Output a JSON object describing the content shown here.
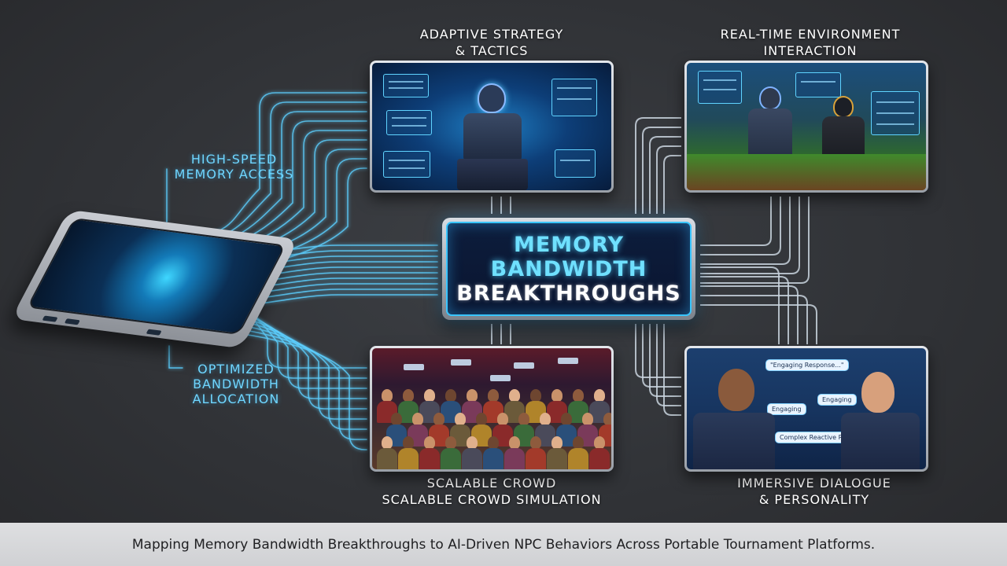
{
  "diagram": {
    "center_title": {
      "line1": "MEMORY",
      "line2": "BANDWIDTH",
      "line3": "BREAKTHROUGHS"
    },
    "side_labels": {
      "memory_access": {
        "line1": "HIGH-SPEED",
        "line2": "MEMORY ACCESS"
      },
      "bandwidth_allocation": {
        "line1": "OPTIMIZED",
        "line2": "BANDWIDTH",
        "line3": "ALLOCATION"
      }
    },
    "panels": {
      "strategy": {
        "title_line1": "ADAPTIVE STRATEGY",
        "title_line2": "& TACTICS"
      },
      "environment": {
        "title_line1": "REAL-TIME ENVIRONMENT",
        "title_line2": "INTERACTION"
      },
      "crowd": {
        "title_line1": "SCALABLE CROWD",
        "title_line2": "SCALABLE CROWD SIMULATION"
      },
      "dialogue": {
        "title_line1": "IMMERSIVE DIALOGUE",
        "title_line2": "& PERSONALITY",
        "bubbles": [
          "\"Engaging Response...\"",
          "Engaging",
          "Engaging",
          "Complex Reactive Response..."
        ]
      }
    },
    "accent_color": "#4fc8ff",
    "wire_color": "#5ccfff"
  },
  "caption": "Mapping Memory Bandwidth Breakthroughs to AI-Driven NPC Behaviors Across Portable Tournament Platforms."
}
